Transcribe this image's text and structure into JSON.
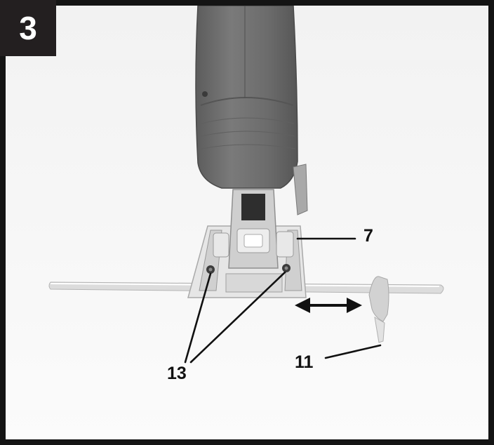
{
  "figure": {
    "step_number": "3",
    "callouts": {
      "guide_screws": "13",
      "base_plate": "7",
      "rip_fence": "11"
    },
    "colors": {
      "badge_background": "#231f20",
      "badge_text": "#ffffff",
      "tool_body": "#6e6e6e",
      "frame_border": "#141414"
    }
  }
}
